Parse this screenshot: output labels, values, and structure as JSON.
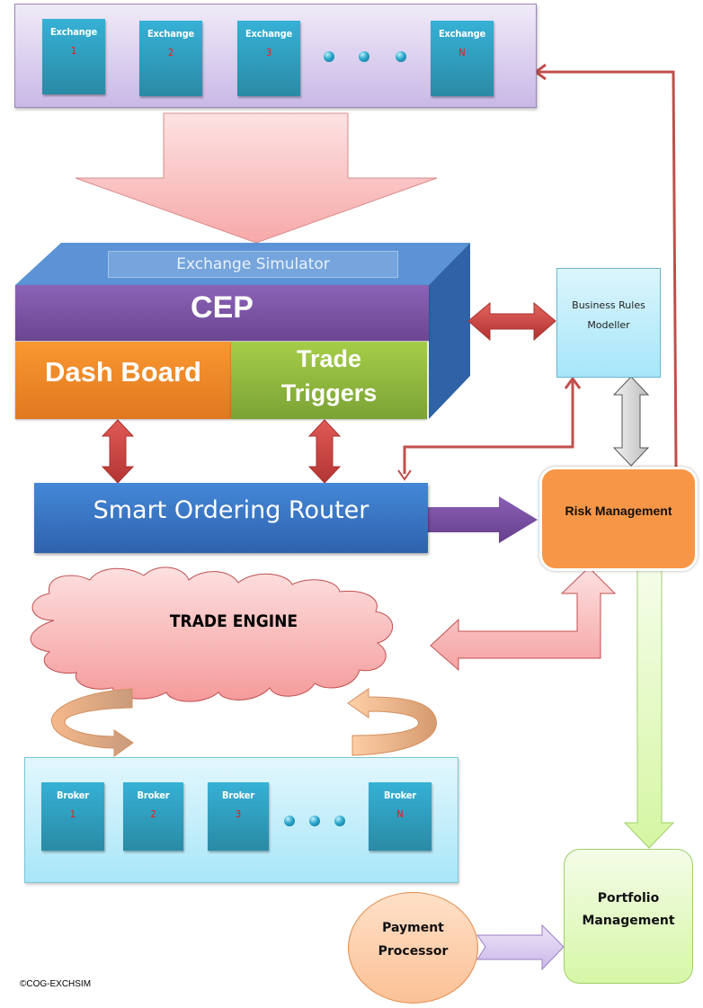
{
  "exchanges": {
    "label": "Exchange",
    "items": [
      {
        "label": "Exchange",
        "num": "1"
      },
      {
        "label": "Exchange",
        "num": "2"
      },
      {
        "label": "Exchange",
        "num": "3"
      },
      {
        "label": "Exchange",
        "num": "N"
      }
    ]
  },
  "exchange_simulator": {
    "title": "Exchange Simulator",
    "cep": "CEP",
    "dashboard": "Dash Board",
    "trade_triggers_line1": "Trade",
    "trade_triggers_line2": "Triggers"
  },
  "business_rules": {
    "line1": "Business Rules",
    "line2": "Modeller"
  },
  "smart_ordering_router": "Smart Ordering Router",
  "risk_management": "Risk Management",
  "trade_engine": "TRADE ENGINE",
  "brokers": {
    "items": [
      {
        "label": "Broker",
        "num": "1"
      },
      {
        "label": "Broker",
        "num": "2"
      },
      {
        "label": "Broker",
        "num": "3"
      },
      {
        "label": "Broker",
        "num": "N"
      }
    ]
  },
  "payment_processor": {
    "line1": "Payment",
    "line2": "Processor"
  },
  "portfolio_management": {
    "line1": "Portfolio",
    "line2": "Management"
  },
  "copyright": "©COG-EXCHSIM",
  "colors": {
    "exchange_tile": "#2fa3c6",
    "cep": "#7b53a4",
    "dashboard": "#f08a28",
    "trade_triggers": "#8fb940",
    "router": "#3a76c6",
    "risk": "#f79646",
    "connector_red": "#c0504d"
  }
}
